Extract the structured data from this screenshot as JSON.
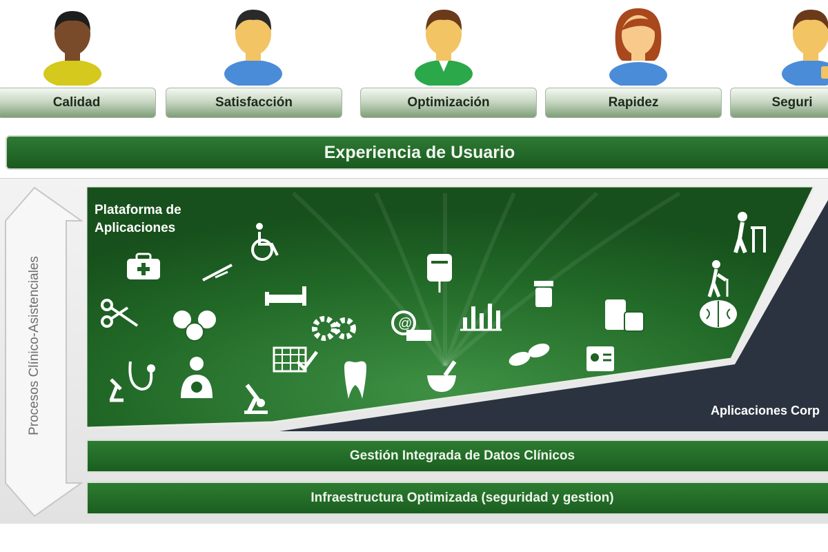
{
  "personas": [
    {
      "label": "Calidad",
      "skin": "#7a4b2a",
      "hair": "#1e1e1e",
      "shirt": "#d4c91c"
    },
    {
      "label": "Satisfacción",
      "skin": "#f2c464",
      "hair": "#2a2a2a",
      "shirt": "#4a8cd8"
    },
    {
      "label": "Optimización",
      "skin": "#f2c464",
      "hair": "#6b3a1a",
      "shirt": "#2aa84a"
    },
    {
      "label": "Rapidez",
      "skin": "#f7c98a",
      "hair": "#a8481c",
      "shirt": "#4a8cd8"
    },
    {
      "label": "Seguri",
      "skin": "#f2c464",
      "hair": "#6b3a1a",
      "shirt": "#4a8cd8"
    }
  ],
  "experience_bar": "Experiencia de Usuario",
  "side_arrow": "Procesos Clínico-Asistenciales",
  "platform": {
    "title_line1": "Plataforma de",
    "title_line2": "Aplicaciones"
  },
  "corporate_label": "Aplicaciones Corp",
  "bars": {
    "data": "Gestión Integrada de Datos Clínicos",
    "infra": "Infraestructura Optimizada (seguridad y gestion)"
  },
  "colors": {
    "green": "#1e6224",
    "navy": "#2b3340",
    "light_green": "#c9d8c4"
  },
  "icons": [
    "first-aid-kit-icon",
    "scalpel-icon",
    "wheelchair-icon",
    "hospital-bed-icon",
    "scissors-icon",
    "pills-icon",
    "gears-icon",
    "calendar-icon",
    "tooth-icon",
    "stethoscope-icon",
    "microscope-icon",
    "nurse-icon",
    "iv-bag-icon",
    "bar-chart-icon",
    "medicine-bottle-icon",
    "mortar-pestle-icon",
    "capsules-icon",
    "id-card-icon",
    "jars-icon",
    "elderly-walker-icon",
    "elderly-cane-icon",
    "brain-icon",
    "email-search-icon"
  ]
}
